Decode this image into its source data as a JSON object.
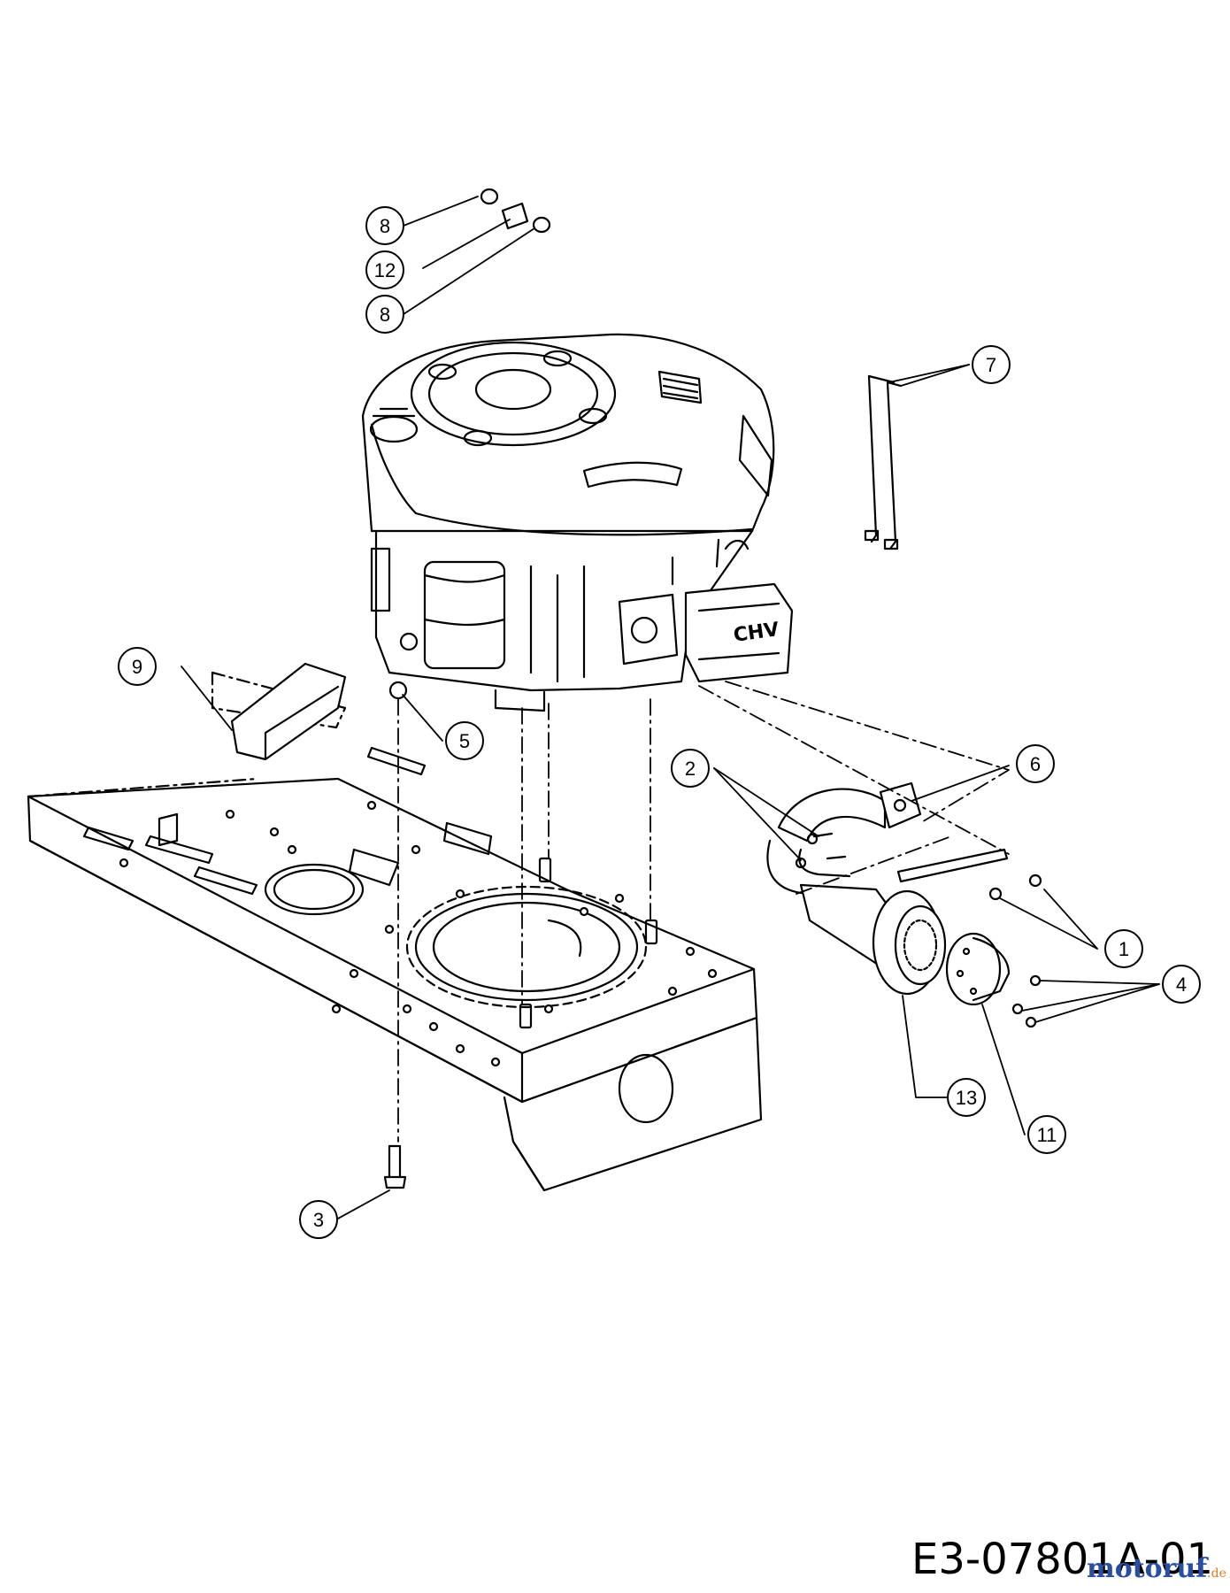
{
  "drawing_number": "E3-07801A-01",
  "watermark": {
    "text": "motoruf",
    "suffix": ".de",
    "color_main": "#2a4fa0",
    "color_accent": "#e07a1f"
  },
  "callouts": [
    {
      "id": "c1",
      "label": "1"
    },
    {
      "id": "c2",
      "label": "2"
    },
    {
      "id": "c3",
      "label": "3"
    },
    {
      "id": "c4",
      "label": "4"
    },
    {
      "id": "c5",
      "label": "5"
    },
    {
      "id": "c6",
      "label": "6"
    },
    {
      "id": "c7",
      "label": "7"
    },
    {
      "id": "c8a",
      "label": "8"
    },
    {
      "id": "c8b",
      "label": "8"
    },
    {
      "id": "c9",
      "label": "9"
    },
    {
      "id": "c11",
      "label": "11"
    },
    {
      "id": "c12",
      "label": "12"
    },
    {
      "id": "c13",
      "label": "13"
    }
  ]
}
